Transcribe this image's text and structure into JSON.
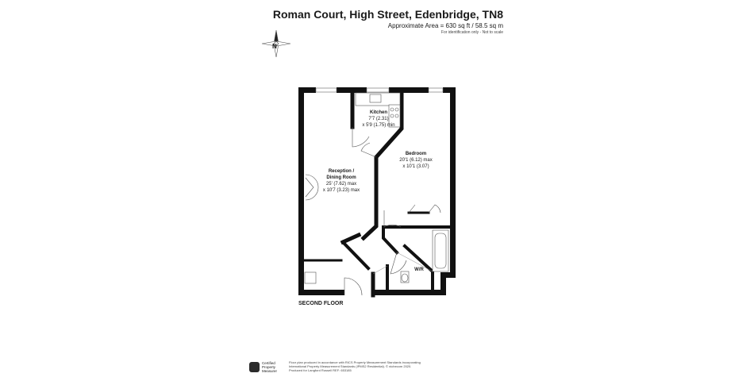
{
  "header": {
    "title": "Roman Court, High Street, Edenbridge, TN8",
    "area": "Approximate Area = 630 sq ft / 58.5 sq m",
    "note": "For identification only - Not to scale"
  },
  "compass": {
    "label": "N"
  },
  "rooms": [
    {
      "name": "Kitchen",
      "dim1": "7'7 (2.31)",
      "dim2": "x 5'9 (1.75) min"
    },
    {
      "name": "Bedroom",
      "dim1": "20'1 (6.12) max",
      "dim2": "x 10'1 (3.07)"
    },
    {
      "name": "Reception /",
      "name2": "Dining Room",
      "dim1": "25' (7.62) max",
      "dim2": "x 10'7 (3.23) max"
    },
    {
      "name": "W/R"
    }
  ],
  "floor": {
    "label": "SECOND FLOOR"
  },
  "footer": {
    "badge_line1": "Certified",
    "badge_line2": "Property",
    "badge_line3": "Measurer",
    "line1": "Floor plan produced in accordance with RICS Property Measurement Standards incorporating",
    "line2": "International Property Measurement Standards (IPMS2 Residential). © nichecom 2020.",
    "line3": "Produced for Langford Russell    REF: 653185"
  },
  "colors": {
    "wall": "#111111",
    "line": "#444444"
  }
}
